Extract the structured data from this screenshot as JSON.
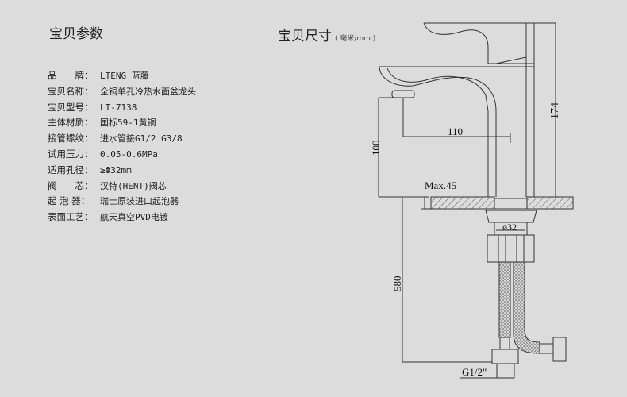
{
  "left_title": "宝贝参数",
  "right_title": "宝贝尺寸",
  "right_unit": "( 毫米/mm )",
  "specs": [
    {
      "label": "品　　牌：",
      "value": "LTENG 蓝藤"
    },
    {
      "label": "宝贝名称：",
      "value": "全铜单孔冷热水面盆龙头"
    },
    {
      "label": "宝贝型号：",
      "value": "LT-7138"
    },
    {
      "label": "主体材质：",
      "value": "国标59-1黄铜"
    },
    {
      "label": "接管螺纹：",
      "value": "进水管接G1/2 G3/8"
    },
    {
      "label": "试用压力：",
      "value": "0.05-0.6MPa"
    },
    {
      "label": "适用孔径：",
      "value": "≥Φ32mm"
    },
    {
      "label": "阀　　芯：",
      "value": "汉特(HENT)阀芯"
    },
    {
      "label": "起 泡 器：",
      "value": "瑞士原装进口起泡器"
    },
    {
      "label": "表面工艺：",
      "value": "航天真空PVD电镀"
    }
  ],
  "dimensions": {
    "height": "174",
    "spout_reach": "110",
    "spout_height": "100",
    "max_thickness": "Max.45",
    "hole": "ø32",
    "hose": "580",
    "thread": "G1/2\""
  }
}
